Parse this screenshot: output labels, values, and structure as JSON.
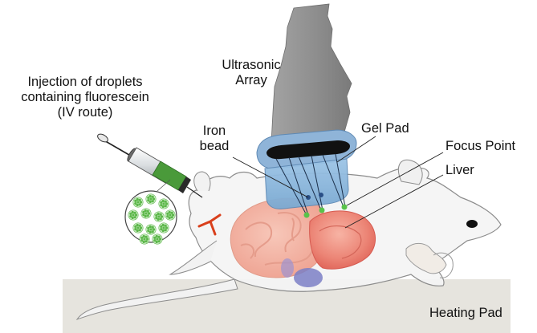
{
  "labels": {
    "injection": [
      "Injection of droplets",
      "containing fluorescein",
      "(IV route)"
    ],
    "ultrasonic_array": [
      "Ultrasonic",
      "Array"
    ],
    "iron_bead": [
      "Iron",
      "bead"
    ],
    "gel_pad": "Gel Pad",
    "focus_point": "Focus Point",
    "liver": "Liver",
    "heating_pad": "Heating Pad"
  },
  "colors": {
    "transducer": "#8f8f8f",
    "transducer_collar": "#8fb4d8",
    "gel_pad": "#8ab7dc",
    "syringe_plunger": "#4a9a3a",
    "droplets": "#5cb84a",
    "liver": "#e8776a",
    "heating_pad": "#e6e4de",
    "vessel": "#d9401c",
    "focus_marker": "#59c24a"
  }
}
